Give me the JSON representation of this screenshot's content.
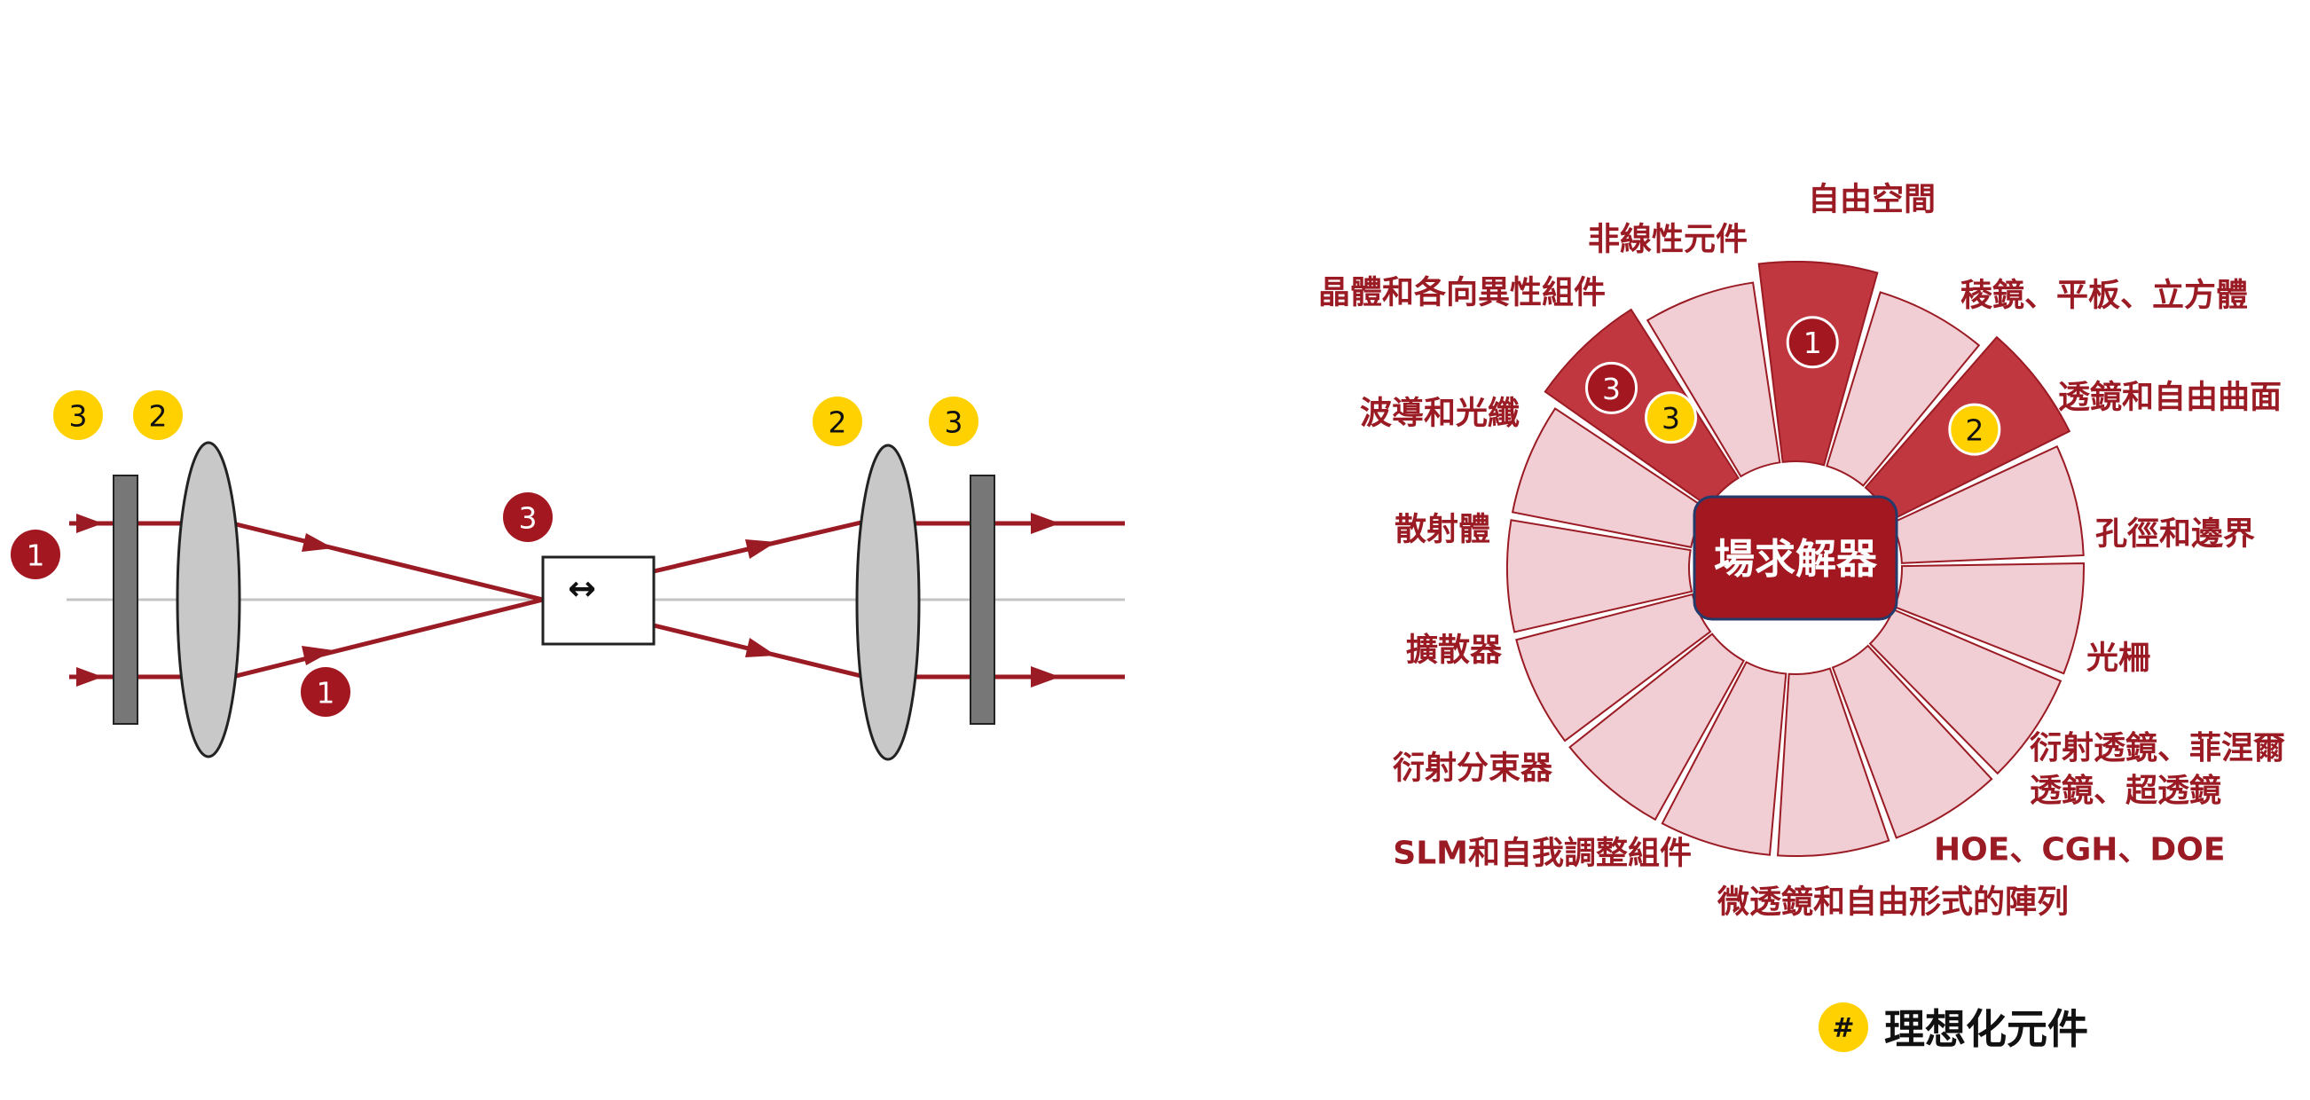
{
  "colors": {
    "ray": "#9b1b24",
    "badge_red": "#a31720",
    "badge_yellow": "#ffd100",
    "segment_light": "#f1ced3",
    "segment_dark": "#c0373f",
    "hub": "#a31720",
    "component_gray": "#c8c8c8",
    "plate_gray": "#777777"
  },
  "optical_setup": {
    "badges": [
      {
        "id": "badge-yellow-3-left",
        "text": "3",
        "color": "yellow"
      },
      {
        "id": "badge-yellow-2-left",
        "text": "2",
        "color": "yellow"
      },
      {
        "id": "badge-red-1-left",
        "text": "1",
        "color": "red"
      },
      {
        "id": "badge-red-1-lower",
        "text": "1",
        "color": "red"
      },
      {
        "id": "badge-red-3-center",
        "text": "3",
        "color": "red"
      },
      {
        "id": "badge-yellow-2-right",
        "text": "2",
        "color": "yellow"
      },
      {
        "id": "badge-yellow-3-right",
        "text": "3",
        "color": "yellow"
      }
    ],
    "device_symbol": "↔"
  },
  "solver_wheel": {
    "hub_label": "場求解器",
    "segments": [
      {
        "label": "自由空間",
        "highlight": true,
        "badges": [
          {
            "text": "1",
            "color": "red"
          }
        ]
      },
      {
        "label": "稜鏡、平板、立方體",
        "highlight": false,
        "badges": []
      },
      {
        "label": "透鏡和自由曲面",
        "highlight": true,
        "badges": [
          {
            "text": "2",
            "color": "yellow"
          }
        ]
      },
      {
        "label": "孔徑和邊界",
        "highlight": false,
        "badges": []
      },
      {
        "label": "光柵",
        "highlight": false,
        "badges": []
      },
      {
        "label_lines": [
          "衍射透鏡、菲涅爾",
          "透鏡、超透鏡"
        ],
        "highlight": false,
        "badges": []
      },
      {
        "label": "HOE、CGH、DOE",
        "highlight": false,
        "badges": []
      },
      {
        "label": "微透鏡和自由形式的陣列",
        "highlight": false,
        "badges": []
      },
      {
        "label": "SLM和自我調整組件",
        "highlight": false,
        "badges": []
      },
      {
        "label": "衍射分束器",
        "highlight": false,
        "badges": []
      },
      {
        "label": "擴散器",
        "highlight": false,
        "badges": []
      },
      {
        "label": "散射體",
        "highlight": false,
        "badges": []
      },
      {
        "label": "波導和光纖",
        "highlight": false,
        "badges": []
      },
      {
        "label": "晶體和各向異性組件",
        "highlight": true,
        "badges": [
          {
            "text": "3",
            "color": "red"
          },
          {
            "text": "3",
            "color": "yellow"
          }
        ]
      },
      {
        "label": "非線性元件",
        "highlight": false,
        "badges": []
      }
    ]
  },
  "legend": {
    "symbol": "#",
    "label": "理想化元件"
  }
}
